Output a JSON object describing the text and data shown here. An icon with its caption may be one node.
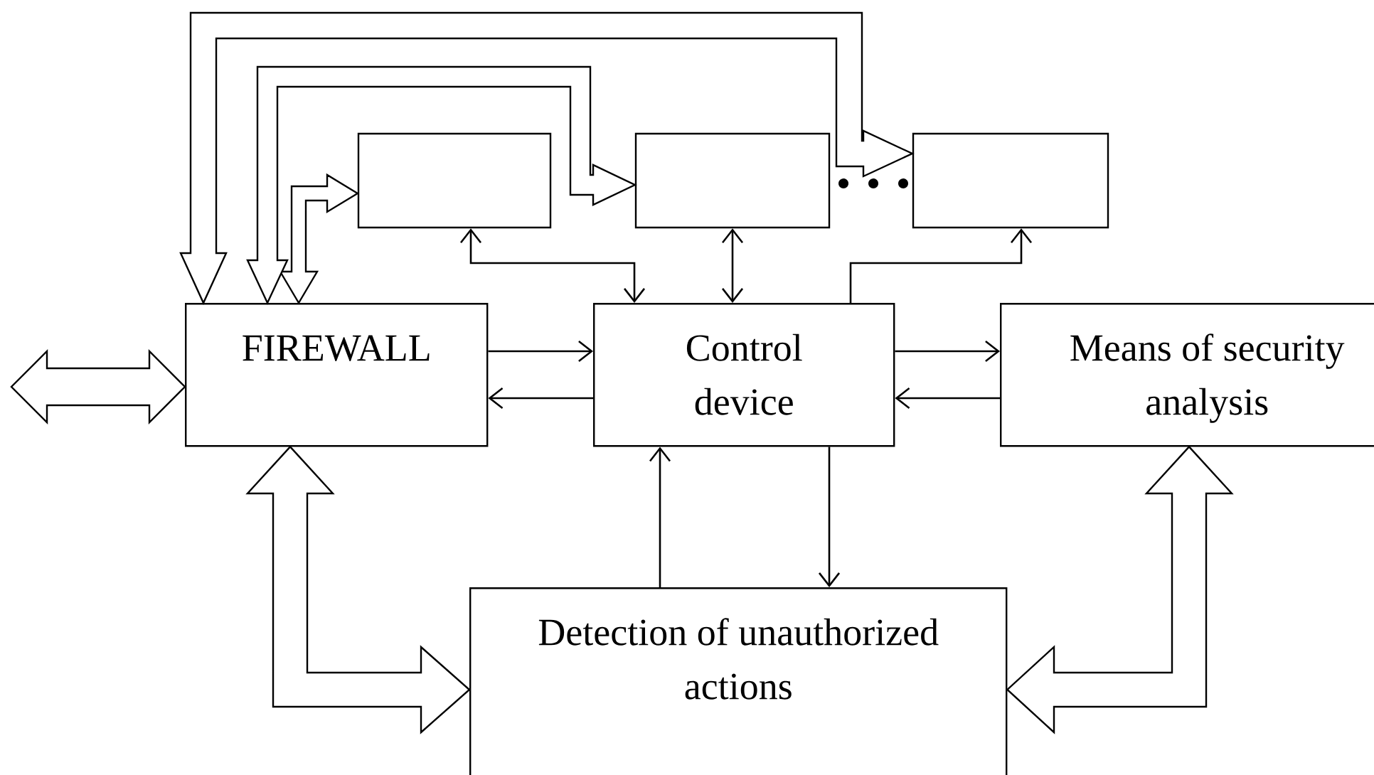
{
  "diagram": {
    "nodes": [
      {
        "text": [
          "FIREWALL"
        ]
      },
      {
        "text": [
          "Control device"
        ]
      },
      {
        "text": [
          "Means of security analysis"
        ]
      },
      {
        "text": [
          "Detection of unauthorized actions"
        ]
      },
      {
        "text": [],
        "shape": "box"
      },
      {
        "text": [],
        "shape": "box"
      },
      {
        "text": [],
        "shape": "box"
      }
    ],
    "edges": [
      {
        "from": null,
        "to": 0,
        "arrow": "both",
        "style": "thick"
      },
      {
        "from": 0,
        "to": 1,
        "arrow": "to"
      },
      {
        "from": 1,
        "to": 0,
        "arrow": "to"
      },
      {
        "from": 1,
        "to": 2,
        "arrow": "to"
      },
      {
        "from": 2,
        "to": 1,
        "arrow": "to"
      },
      {
        "from": 3,
        "to": 1,
        "arrow": "to"
      },
      {
        "from": 1,
        "to": 3,
        "arrow": "to"
      },
      {
        "from": 0,
        "to": 3,
        "arrow": "both",
        "style": "thick"
      },
      {
        "from": 2,
        "to": 3,
        "arrow": "both",
        "style": "thick"
      },
      {
        "from": 0,
        "to": 4,
        "arrow": "both",
        "style": "thick"
      },
      {
        "from": 0,
        "to": 5,
        "arrow": "both",
        "style": "thick"
      },
      {
        "from": 0,
        "to": 6,
        "arrow": "both",
        "style": "thick"
      },
      {
        "from": 1,
        "to": 4,
        "arrow": "both"
      },
      {
        "from": 1,
        "to": 5,
        "arrow": "both"
      },
      {
        "from": 1,
        "to": 6,
        "arrow": "to"
      }
    ]
  }
}
